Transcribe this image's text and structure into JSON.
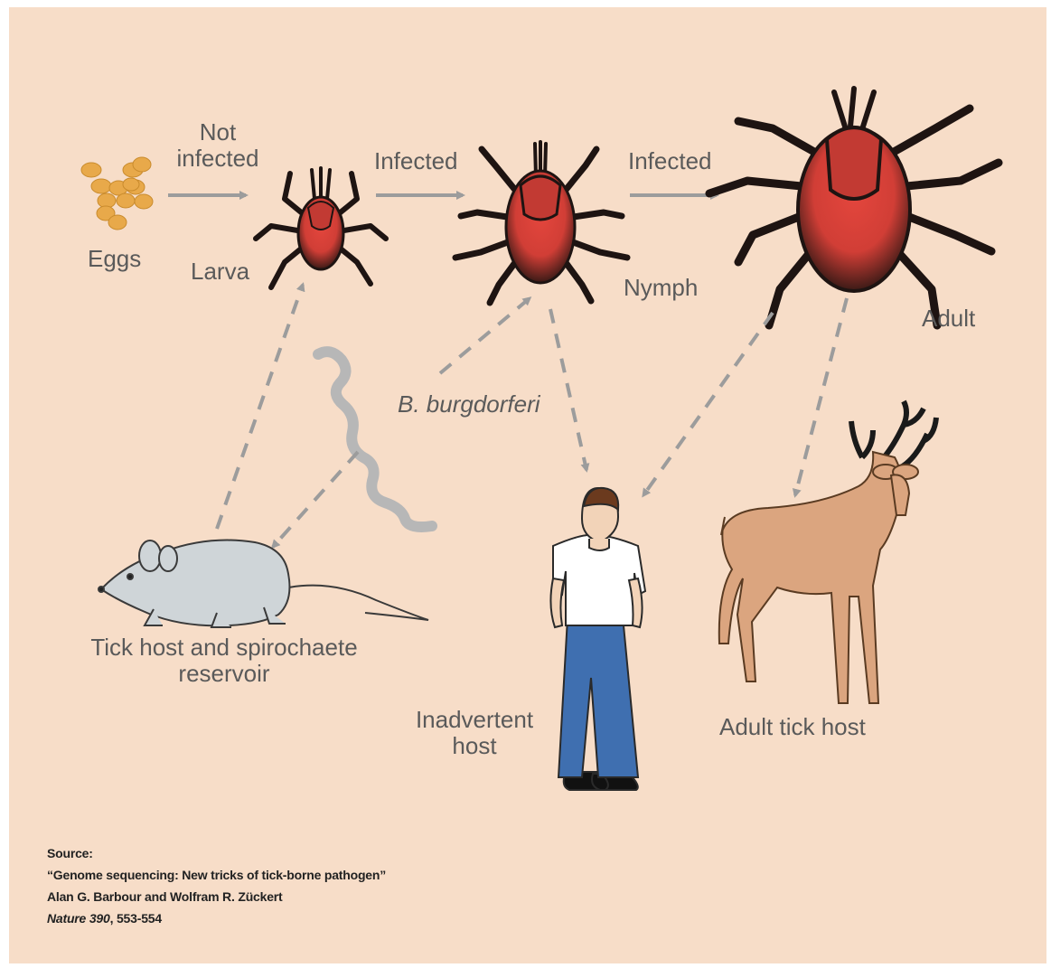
{
  "labels": {
    "eggs": "Eggs",
    "not_infected": [
      "Not",
      "infected"
    ],
    "larva": "Larva",
    "infected_1": "Infected",
    "infected_2": "Infected",
    "nymph": "Nymph",
    "adult": "Adult",
    "bacterium": "B. burgdorferi",
    "reservoir": [
      "Tick host and spirochaete",
      "reservoir"
    ],
    "inadvertent": [
      "Inadvertent",
      "host"
    ],
    "adult_host": "Adult tick host"
  },
  "source": {
    "heading": "Source:",
    "title": "“Genome sequencing:  New tricks of tick-borne pathogen”",
    "authors": "Alan G. Barbour and Wolfram R. Zückert",
    "journal": "Nature 390",
    "pages": ", 553-554"
  },
  "colors": {
    "background": "#f7ddc8",
    "tick_body": "#d8413a",
    "tick_dark": "#2a1814",
    "arrow": "#9c9c9c",
    "egg": "#e8a94a",
    "mouse": "#cfd5d8",
    "deer": "#dba57f",
    "shirt": "#ffffff",
    "jeans": "#3f6fb0"
  },
  "icons": [
    "egg-cluster",
    "larva-tick",
    "nymph-tick",
    "adult-tick",
    "spirochete",
    "mouse",
    "man",
    "deer"
  ]
}
